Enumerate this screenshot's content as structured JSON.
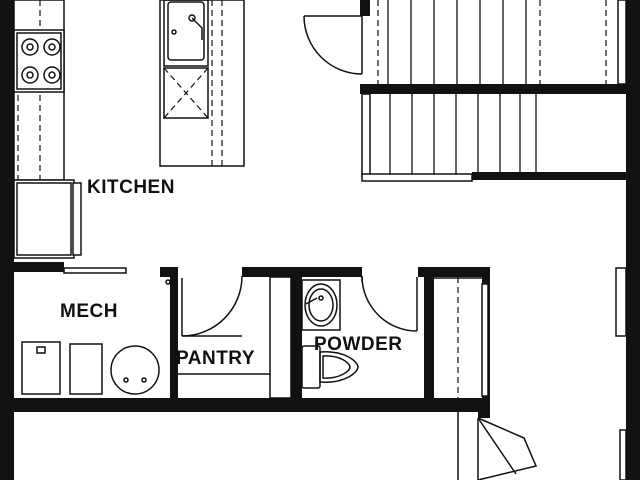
{
  "rooms": {
    "kitchen": "KITCHEN",
    "mech": "MECH",
    "pantry": "PANTRY",
    "powder": "POWDER"
  },
  "colors": {
    "wall": "#111111",
    "background": "#ffffff"
  },
  "icons": {
    "cooktop": "cooktop-icon",
    "sink": "sink-icon",
    "dishwasher": "dishwasher-icon",
    "refrigerator": "refrigerator-icon",
    "water_heater": "water-heater-icon",
    "furnace": "furnace-icon",
    "toilet": "toilet-icon",
    "basin": "basin-icon",
    "stairs": "stairs-icon",
    "door_swing": "door-swing-icon"
  }
}
